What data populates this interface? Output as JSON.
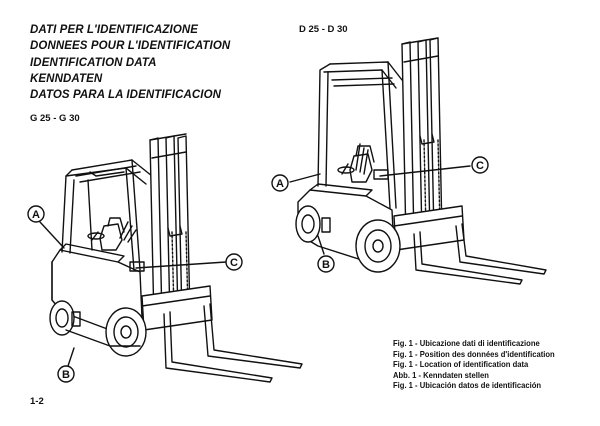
{
  "titles": [
    "DATI  PER L'IDENTIFICAZIONE",
    "DONNEES POUR L'IDENTIFICATION",
    "IDENTIFICATION DATA",
    "KENNDATEN",
    "DATOS PARA LA IDENTIFICACION"
  ],
  "models": {
    "left": "G 25 - G 30",
    "right": "D 25 - D 30"
  },
  "callouts": {
    "a": "A",
    "b": "B",
    "c": "C"
  },
  "captions": [
    "Fig. 1 - Ubicazione dati di identificazione",
    "Fig. 1 - Position des données d'identification",
    "Fig. 1 - Location of identification data",
    "Abb. 1 - Kenndaten stellen",
    "Fig. 1 - Ubicación datos de identificación"
  ],
  "page_number": "1-2",
  "colors": {
    "ink": "#111111",
    "paper": "#ffffff"
  }
}
